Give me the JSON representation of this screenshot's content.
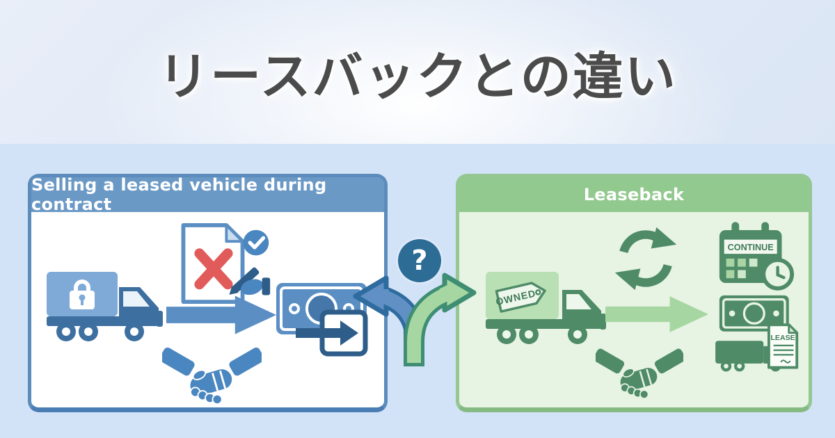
{
  "hero": {
    "title": "リースバックとの違い"
  },
  "center": {
    "question_mark": "?",
    "split_arrow": {
      "left_branch_color": "#6191c4",
      "right_branch_color": "#a6d7a2"
    }
  },
  "left_panel": {
    "title": "Selling a leased vehicle during contract",
    "theme_color": "#5b8cbc",
    "header_color": "#6b99c6",
    "body_color": "#ffffff",
    "icons": [
      "locked-truck-icon",
      "rejected-contract-icon",
      "approval-check-icon",
      "hand-pen-icon",
      "flow-arrow-icon",
      "money-transfer-icon",
      "handshake-icon"
    ]
  },
  "right_panel": {
    "title": "Leaseback",
    "theme_color": "#94c792",
    "header_color": "#92c98e",
    "body_color": "#e7f3e3",
    "owned_tag_label": "OWNED",
    "calendar_label": "CONTINUE",
    "lease_document_label": "LEASE",
    "icons": [
      "owned-truck-icon",
      "cycle-icon",
      "continue-calendar-clock-icon",
      "flow-arrow-icon",
      "money-icon",
      "lease-document-icon",
      "small-truck-icon",
      "handshake-icon"
    ]
  },
  "colors": {
    "band_bg": "#d2e2f7",
    "title_text": "#4b4b4b",
    "blue_dark": "#2e5d8a",
    "blue_mid": "#4a86c0",
    "blue_light": "#7fa9d6",
    "green_dark": "#4e8b66",
    "green_light": "#b9e0b4",
    "green_arrow": "#a6d7a2",
    "red_x": "#e25b5b",
    "question_circle": "#2c6c95"
  }
}
